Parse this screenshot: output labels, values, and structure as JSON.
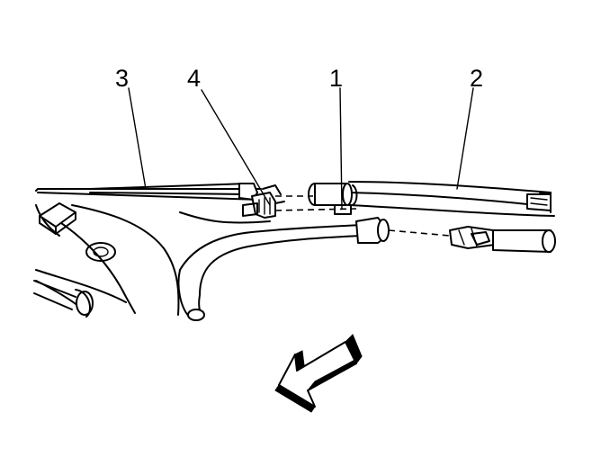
{
  "callouts": [
    {
      "id": "1",
      "label": "1"
    },
    {
      "id": "2",
      "label": "2"
    },
    {
      "id": "3",
      "label": "3"
    },
    {
      "id": "4",
      "label": "4"
    }
  ],
  "icons": {
    "direction_arrow": "forward-arrow-icon"
  },
  "colors": {
    "line": "#000000",
    "background": "#ffffff"
  }
}
